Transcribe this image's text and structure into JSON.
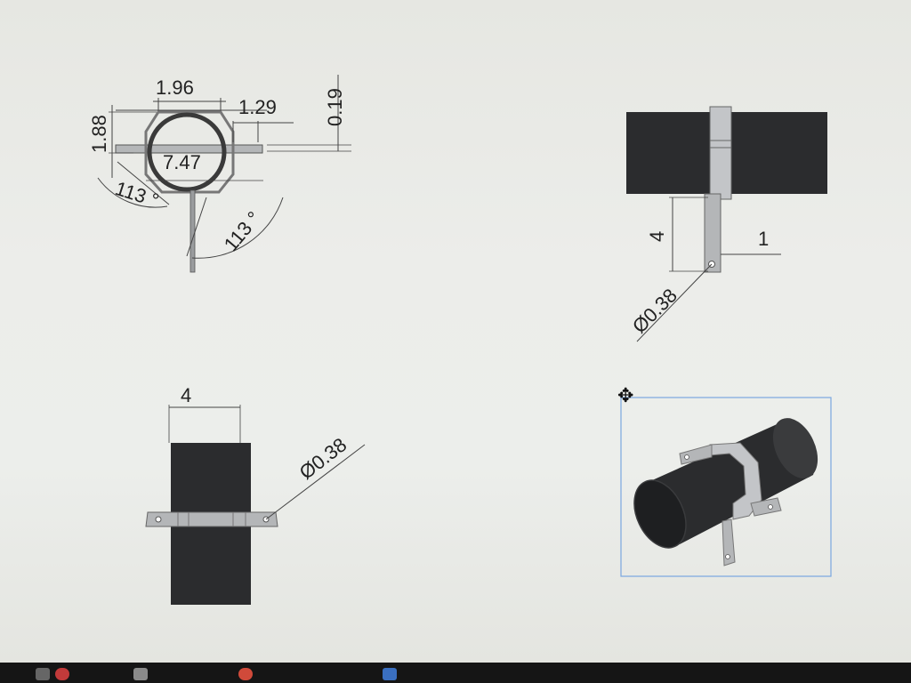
{
  "front_view": {
    "width_dim": "1.96",
    "flange_dim": "1.29",
    "height_dim": "1.88",
    "offset_dim": "0.19",
    "diameter_dim": "7.47",
    "angle_left": "113 °",
    "angle_right": "113 °"
  },
  "side_view": {
    "leg_length_dim": "4",
    "leg_width_dim": "1",
    "hole_dim": "Ø0.38"
  },
  "top_view": {
    "width_dim": "4",
    "hole_dim": "Ø0.38"
  },
  "iso_view": {
    "move_cursor": "✥"
  },
  "colors": {
    "pipe": "#2b2c2e",
    "clamp": "#b9bcbf",
    "selection": "#7aa7e0"
  }
}
